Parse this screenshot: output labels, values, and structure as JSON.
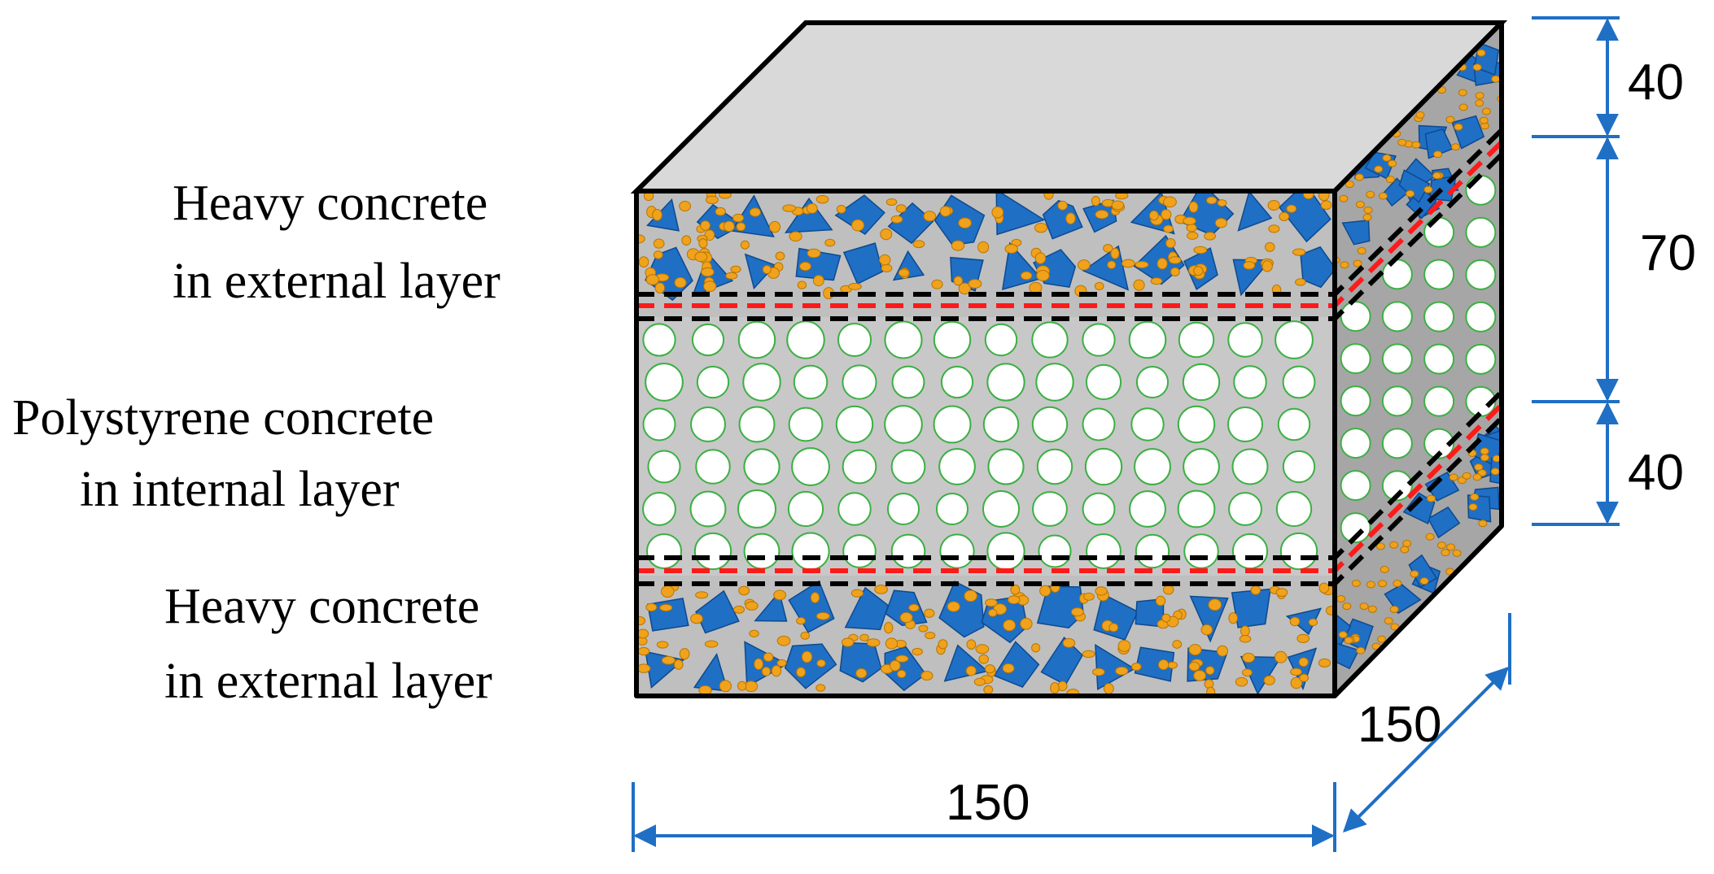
{
  "labels": {
    "top_layer_line1": "Heavy concrete",
    "top_layer_line2": "in external layer",
    "middle_layer_line1": "Polystyrene concrete",
    "middle_layer_line2": "in internal layer",
    "bottom_layer_line1": "Heavy concrete",
    "bottom_layer_line2": "in external layer"
  },
  "dimensions": {
    "height_top": "40",
    "height_middle": "70",
    "height_bottom": "40",
    "width": "150",
    "depth": "150"
  },
  "colors": {
    "top_face": "#d9d9d9",
    "front_matrix": "#c4c4c4",
    "side_face": "#a8a8a8",
    "aggregate": "#1f6fc5",
    "sand": "#f0a21c",
    "bead_outline": "#3cb043",
    "dimension_line": "#1f6fc5",
    "interface_red": "#ff1a1a",
    "interface_black": "#000000"
  }
}
